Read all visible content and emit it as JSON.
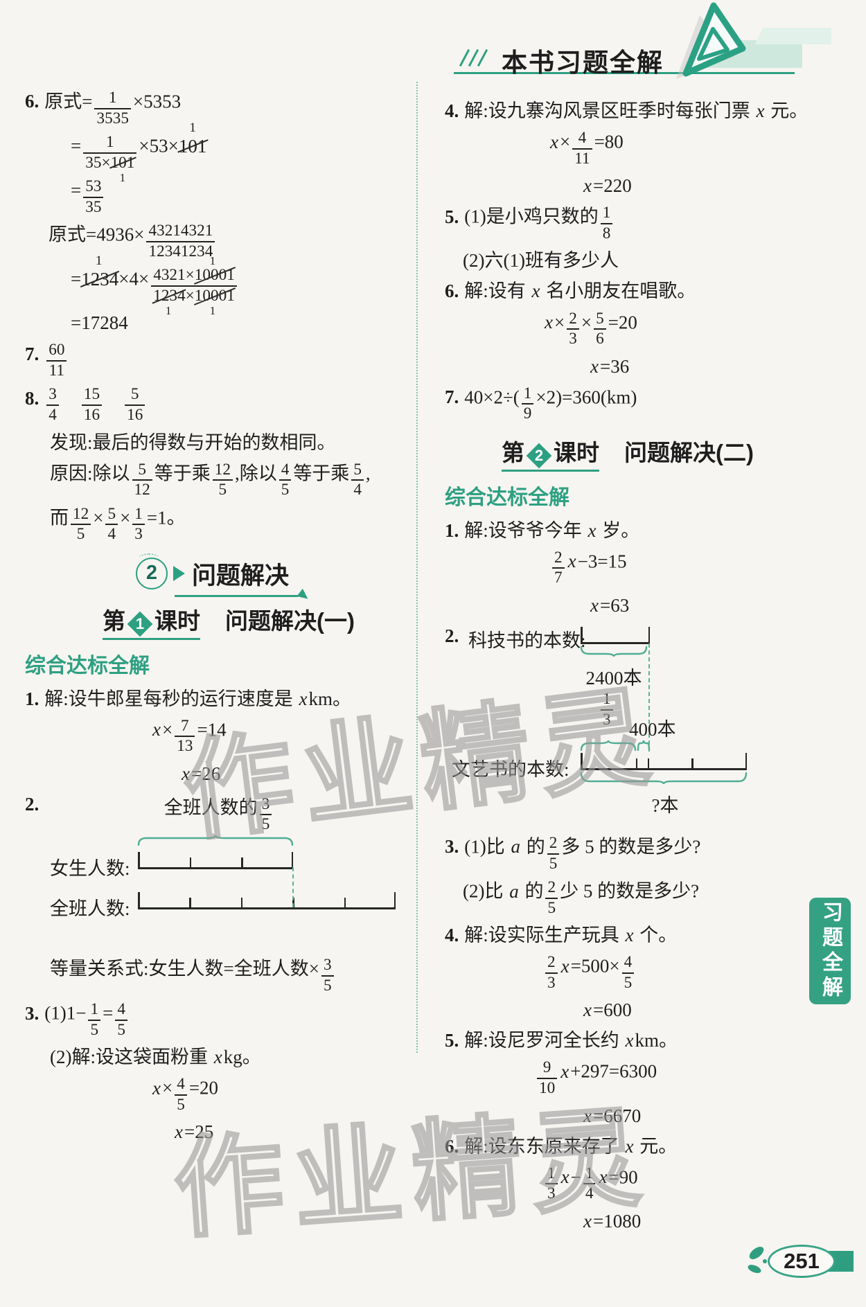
{
  "page": {
    "number": "251",
    "accent": "#2ea082"
  },
  "header": {
    "title": "本书习题全解"
  },
  "side_tab": {
    "label": "习题全解"
  },
  "watermarks": [
    {
      "text": "作业精灵"
    },
    {
      "text": "作业精灵"
    }
  ],
  "diagram1": {
    "num": "2.",
    "top_label": "全班人数的{3|5}",
    "row1_label": "女生人数:",
    "row2_label": "全班人数:"
  },
  "diagram2": {
    "num": "2.",
    "row1_label": "科技书的本数:",
    "brace_label": "2400本",
    "frac_label": "{1|3}",
    "seg_label": "400本",
    "row2_label": "文艺书的本数:",
    "total_label": "?本"
  },
  "columns": {
    "left": [
      {
        "p": "6.",
        "m": "原式={1|3535}×5353",
        "pad": 0
      },
      {
        "m": "={1|35×@101_1@}×53×@101^1@",
        "pad": 66
      },
      {
        "m": "={53|35}",
        "pad": 66
      },
      {
        "m": "原式=4936×{43214321|12341234}",
        "pad": 34
      },
      {
        "m": "=@1234^1@×4×{4321×@10001^1@|@1234_1@×@10001_1@}",
        "pad": 66
      },
      {
        "m": "=17284",
        "pad": 66
      },
      {
        "p": "7.",
        "m": "{60|11}",
        "pad": 0
      },
      {
        "p": "8.",
        "m": "{3|4}　{15|16}　{5|16}",
        "pad": 0
      },
      {
        "m": "发现:最后的得数与开始的数相同。",
        "pad": 36
      },
      {
        "m": "原因:除以{5|12}等于乘{12|5},除以{4|5}等于乘{5|4},",
        "pad": 36
      },
      {
        "m": "而{12|5}×{5|4}×{1|3}=1。",
        "pad": 36
      },
      {
        "t": "sec",
        "num": "2",
        "title": "问题解决",
        "pad": 160
      },
      {
        "t": "les",
        "pre": "第",
        "num": "1",
        "mid": "课时",
        "title": "问题解决(一)",
        "pad": 112
      },
      {
        "t": "sub",
        "s": "综合达标全解",
        "pad": 0
      },
      {
        "p": "1.",
        "m": "解:设牛郎星每秒的运行速度是 *x*km。",
        "pad": 0
      },
      {
        "m": "*x*×{7|13}=14",
        "pad": 182
      },
      {
        "m": "*x*=26",
        "pad": 224
      },
      {
        "t": "d1"
      },
      {
        "m": "等量关系式:女生人数=全班人数×{3|5}",
        "pad": 36
      },
      {
        "p": "3.",
        "m": "(1)1−{1|5}={4|5}",
        "pad": 0
      },
      {
        "m": "(2)解:设这袋面粉重 *x*kg。",
        "pad": 36
      },
      {
        "m": "*x*×{4|5}=20",
        "pad": 182
      },
      {
        "m": "*x*=25",
        "pad": 214
      }
    ],
    "right": [
      {
        "p": "4.",
        "m": "解:设九寨沟风景区旺季时每张门票 *x* 元。",
        "pad": 0
      },
      {
        "m": "*x*×{4|11}=80",
        "pad": 150
      },
      {
        "m": "*x*=220",
        "pad": 198
      },
      {
        "p": "5.",
        "m": "(1)是小鸡只数的{1|8}",
        "pad": 0
      },
      {
        "m": "(2)六(1)班有多少人",
        "pad": 26
      },
      {
        "p": "6.",
        "m": "解:设有 *x* 名小朋友在唱歌。",
        "pad": 0
      },
      {
        "m": "*x*×{2|3}×{5|6}=20",
        "pad": 142
      },
      {
        "m": "*x*=36",
        "pad": 208
      },
      {
        "p": "7.",
        "m": "40×2÷({1|9}×2)=360(km)",
        "pad": 0
      },
      {
        "t": "les",
        "pre": "第",
        "num": "2",
        "mid": "课时",
        "title": "问题解决(二)",
        "pad": 82
      },
      {
        "t": "sub",
        "s": "综合达标全解",
        "pad": 0
      },
      {
        "p": "1.",
        "m": "解:设爷爷今年 *x* 岁。",
        "pad": 0
      },
      {
        "m": "{2|7}*x*−3=15",
        "pad": 152
      },
      {
        "m": "*x*=63",
        "pad": 208
      },
      {
        "t": "d2"
      },
      {
        "p": "3.",
        "m": "(1)比 *a* 的{2|5}多 5 的数是多少?",
        "pad": 0
      },
      {
        "m": "(2)比 *a* 的{2|5}少 5 的数是多少?",
        "pad": 26
      },
      {
        "p": "4.",
        "m": "解:设实际生产玩具 *x* 个。",
        "pad": 0
      },
      {
        "m": "{2|3}*x*=500×{4|5}",
        "pad": 142
      },
      {
        "m": "*x*=600",
        "pad": 198
      },
      {
        "p": "5.",
        "m": "解:设尼罗河全长约 *x*km。",
        "pad": 0
      },
      {
        "m": "{9|10}*x*+297=6300",
        "pad": 130
      },
      {
        "m": "*x*=6670",
        "pad": 198
      },
      {
        "p": "6.",
        "m": "解:设东东原来存了 *x* 元。",
        "pad": 0
      },
      {
        "m": "{1|3}*x*−{1|4}*x*=90",
        "pad": 142
      },
      {
        "m": "*x*=1080",
        "pad": 198
      }
    ]
  }
}
